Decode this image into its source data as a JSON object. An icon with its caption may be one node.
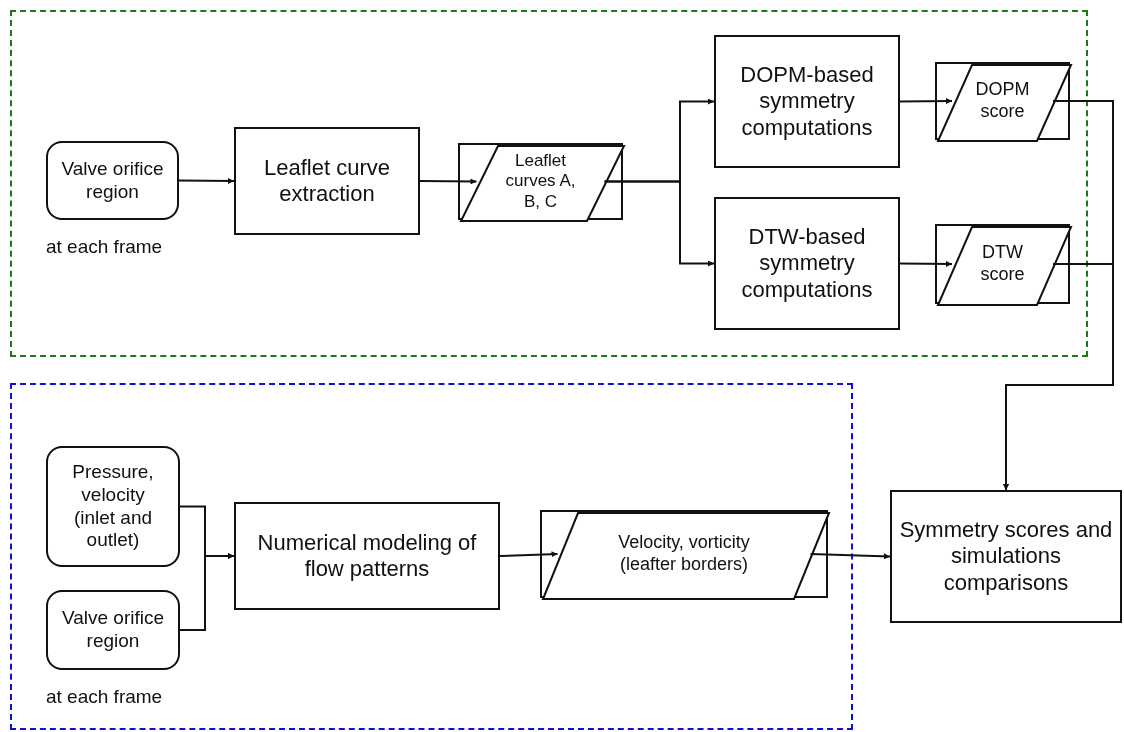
{
  "diagram": {
    "nodes": [
      {
        "text": [],
        "shape": "box"
      },
      {
        "text": [
          "Valve orifice region"
        ],
        "in": 0,
        "beside": [
          "at each frame"
        ]
      },
      {
        "text": [
          "Leaflet curve extraction"
        ],
        "in": 0
      },
      {
        "text": [
          "Leaflet curves A, B, C"
        ],
        "in": 0
      },
      {
        "text": [
          "DOPM-based symmetry computations"
        ],
        "in": 0
      },
      {
        "text": [
          "DOPM score"
        ],
        "in": 0
      },
      {
        "text": [
          "DTW-based symmetry computations"
        ],
        "in": 0
      },
      {
        "text": [
          "DTW score"
        ],
        "in": 0
      },
      {
        "text": [],
        "shape": "box"
      },
      {
        "text": [
          "Pressure, velocity (inlet and outlet)"
        ],
        "in": 8
      },
      {
        "text": [
          "Valve orifice region"
        ],
        "in": 8,
        "beside": [
          "at each frame"
        ]
      },
      {
        "text": [
          "Numerical modeling of flow patterns"
        ],
        "in": 8
      },
      {
        "text": [
          "Velocity, vorticity (leafter borders)"
        ],
        "in": 8
      },
      {
        "text": [
          "Symmetry scores and simulations comparisons"
        ]
      }
    ],
    "edges": [
      {
        "from": 1,
        "to": 2,
        "arrow": "to"
      },
      {
        "from": 2,
        "to": 3,
        "arrow": "to"
      },
      {
        "from": 3,
        "to": 4,
        "arrow": "to"
      },
      {
        "from": 3,
        "to": 6,
        "arrow": "to"
      },
      {
        "from": 4,
        "to": 5,
        "arrow": "to"
      },
      {
        "from": 6,
        "to": 7,
        "arrow": "to"
      },
      {
        "from": 5,
        "to": 13,
        "arrow": "to"
      },
      {
        "from": 7,
        "to": 13,
        "arrow": "to"
      },
      {
        "from": 9,
        "to": 11,
        "arrow": "to"
      },
      {
        "from": 10,
        "to": 11,
        "arrow": "to"
      },
      {
        "from": 11,
        "to": 12,
        "arrow": "to"
      },
      {
        "from": 12,
        "to": 13,
        "arrow": "to"
      }
    ]
  }
}
